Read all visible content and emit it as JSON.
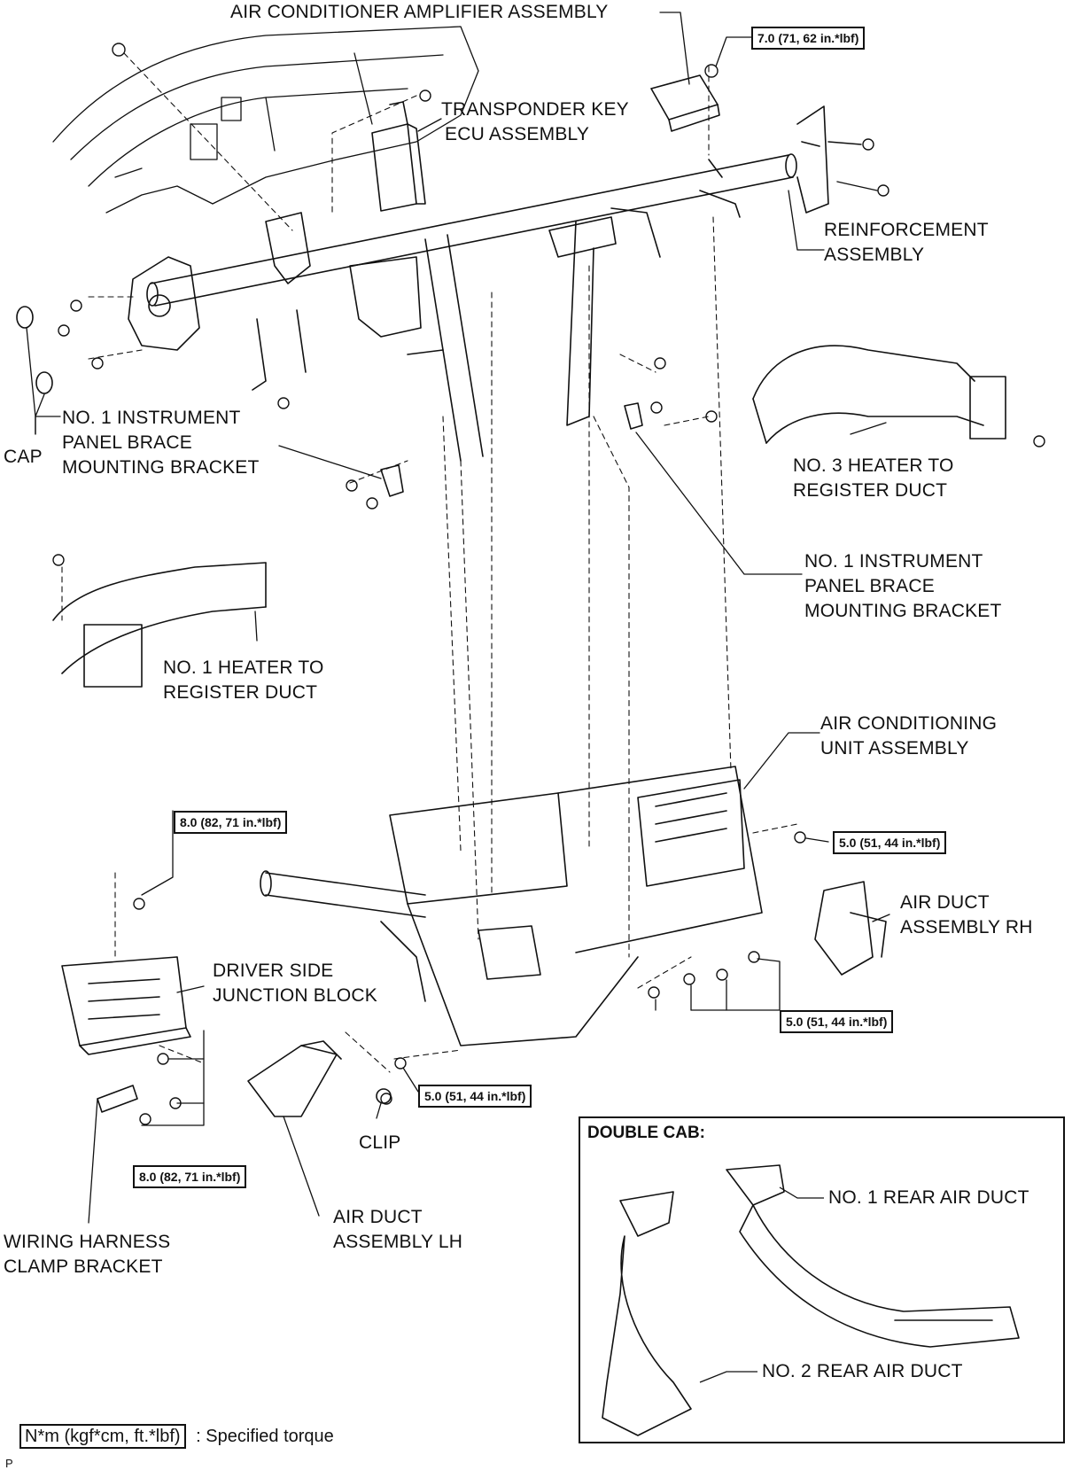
{
  "labels": {
    "air_conditioner_amplifier": "AIR CONDITIONER AMPLIFIER ASSEMBLY",
    "transponder_key_ecu": [
      "TRANSPONDER KEY",
      "ECU ASSEMBLY"
    ],
    "reinforcement": [
      "REINFORCEMENT",
      "ASSEMBLY"
    ],
    "cap": "CAP",
    "brace_bracket_left": [
      "NO. 1 INSTRUMENT",
      "PANEL BRACE",
      "MOUNTING BRACKET"
    ],
    "heater_register_duct_3": [
      "NO. 3 HEATER TO",
      "REGISTER DUCT"
    ],
    "brace_bracket_right": [
      "NO. 1 INSTRUMENT",
      "PANEL BRACE",
      "MOUNTING BRACKET"
    ],
    "heater_register_duct_1": [
      "NO. 1 HEATER TO",
      "REGISTER DUCT"
    ],
    "air_conditioning_unit": [
      "AIR CONDITIONING",
      "UNIT ASSEMBLY"
    ],
    "air_duct_rh": [
      "AIR DUCT",
      "ASSEMBLY RH"
    ],
    "driver_junction_block": [
      "DRIVER SIDE",
      "JUNCTION BLOCK"
    ],
    "clip": "CLIP",
    "air_duct_lh": [
      "AIR DUCT",
      "ASSEMBLY LH"
    ],
    "wiring_harness_bracket": [
      "WIRING HARNESS",
      "CLAMP BRACKET"
    ],
    "rear_air_duct_1": "NO. 1 REAR AIR DUCT",
    "rear_air_duct_2": "NO. 2 REAR AIR DUCT"
  },
  "torques": {
    "amplifier": "7.0 (71, 62 in.*lbf)",
    "junction_block_top": "8.0 (82, 71 in.*lbf)",
    "ac_unit_right": "5.0 (51, 44 in.*lbf)",
    "ac_unit_bottom_right": "5.0 (51, 44 in.*lbf)",
    "ac_unit_bottom_left": "5.0 (51, 44 in.*lbf)",
    "junction_block_bottom": "8.0 (82, 71 in.*lbf)"
  },
  "inset": {
    "title": "DOUBLE CAB:"
  },
  "legend": {
    "symbol": "N*m (kgf*cm, ft.*lbf)",
    "description": ": Specified torque"
  },
  "corner_mark": "P"
}
